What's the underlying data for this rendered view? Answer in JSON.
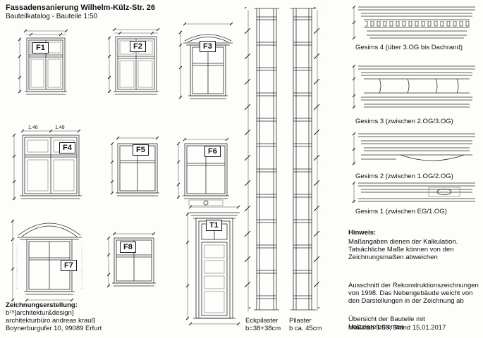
{
  "header": {
    "title": "Fassadensanierung Wilhelm-Külz-Str. 26",
    "subtitle": "Bauteilkatalog - Bauteile 1:50"
  },
  "components": {
    "f1": "F1",
    "f2": "F2",
    "f3": "F3",
    "f4": "F4",
    "f5": "F5",
    "f6": "F6",
    "f7": "F7",
    "f8": "F8",
    "t1": "T1"
  },
  "dims": {
    "f4_left": "1.46",
    "f4_right": "1.48"
  },
  "pilasters": {
    "eck_name": "Eckpilaster",
    "eck_size": "b=38+38cm",
    "pil_name": "Pilaster",
    "pil_size": "b ca. 45cm"
  },
  "gesims": [
    {
      "label": "Gesims 4 (über 3.OG bis Dachrand)"
    },
    {
      "label": "Gesims 3 (zwischen 2.OG/3.OG)"
    },
    {
      "label": "Gesims 2 (zwischen 1.OG/2.OG)"
    },
    {
      "label": "Gesims 1 (zwischen EG/1.OG)"
    }
  ],
  "hinweis": {
    "heading": "Hinweis:",
    "text1": "Maßangaben dienen der Kalkulation. Tatsächliche Maße können von den Zeichnungsmaßen abweichen",
    "text2": "Ausschnitt der Rekonstruktionszeichnungen von 1998. Das Nebengebäude weicht von den Darstellungen in der Zeichnung ab",
    "text3": "Übersicht der Bauteile mit Holzzierelementen",
    "text4": "Maßstab 1:50, Stand 15.01.2017"
  },
  "credits": {
    "heading": "Zeichnungserstellung:",
    "line1": "b¹⁹[architektur&design]",
    "line2": "architekturbüro andreas krauß",
    "line3": "Boynerburgufer 10, 99089 Erfurt"
  }
}
